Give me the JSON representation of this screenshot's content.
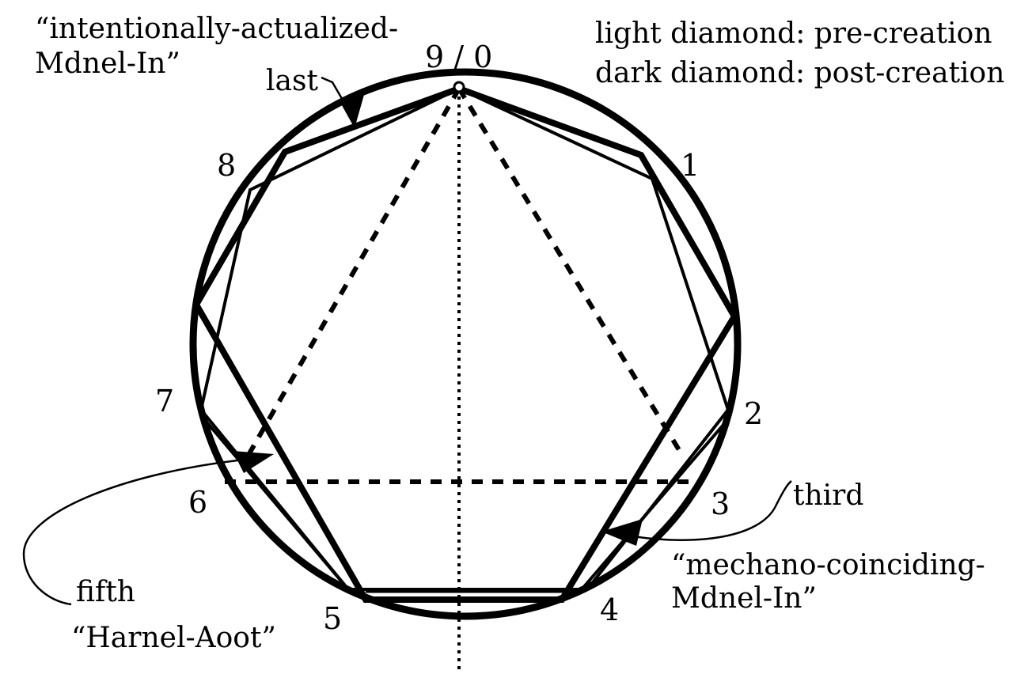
{
  "legend": {
    "light": "light diamond: pre-creation",
    "dark": "dark diamond: post-creation"
  },
  "points": {
    "top": "9 / 0",
    "p1": "1",
    "p2": "2",
    "p3": "3",
    "p4": "4",
    "p5": "5",
    "p6": "6",
    "p7": "7",
    "p8": "8"
  },
  "annotations": {
    "intentional_line1": "“intentionally-actualized-",
    "intentional_line2": "Mdnel-In”",
    "last": "last",
    "third": "third",
    "mechano_line1": "“mechano-coinciding-",
    "mechano_line2": "Mdnel-In”",
    "fifth": "fifth",
    "harnel": "“Harnel-Aoot”"
  },
  "colors": {
    "ink": "#000000",
    "background": "#ffffff"
  }
}
